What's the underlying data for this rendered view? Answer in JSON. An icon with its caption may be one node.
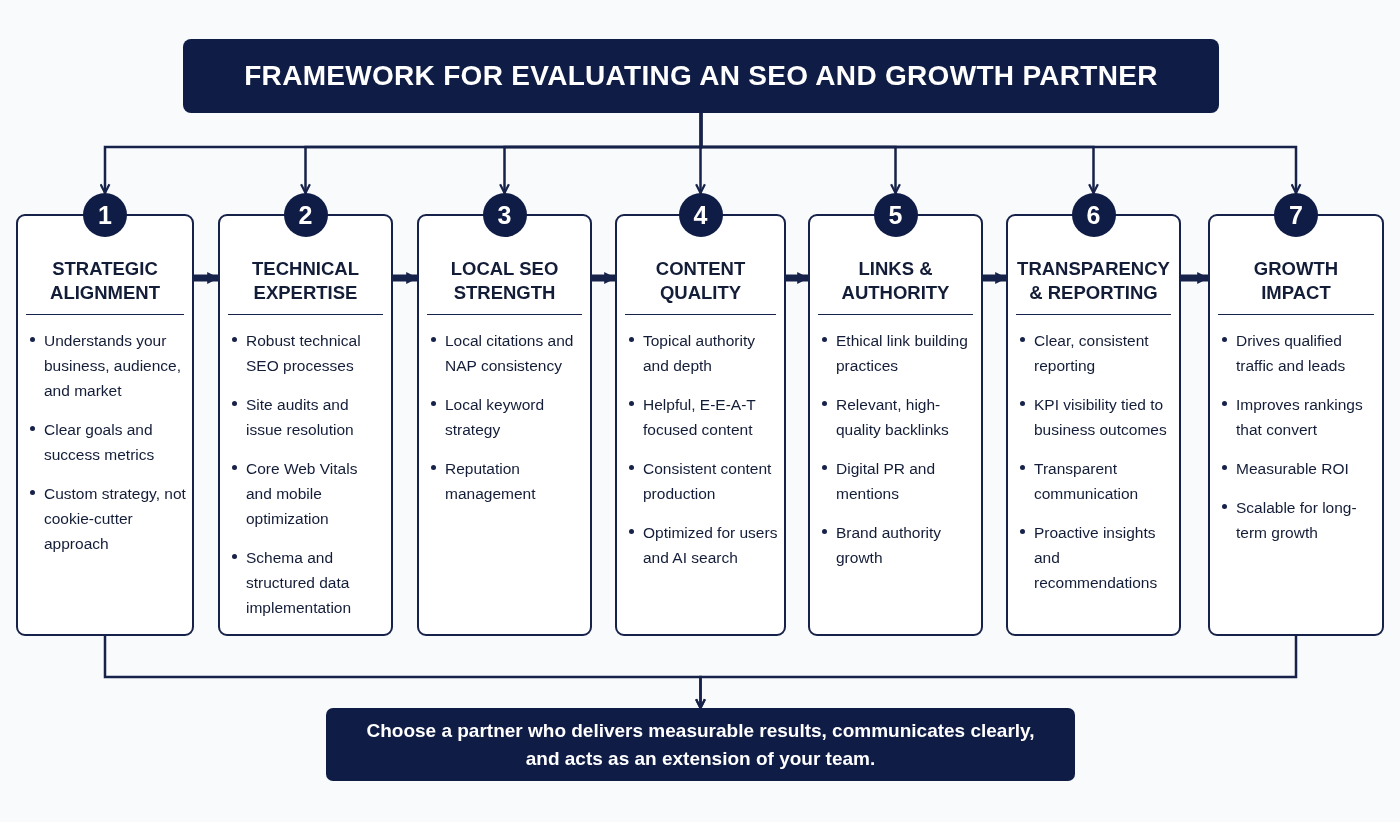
{
  "diagram": {
    "nodes": [
      {
        "text": [
          "FRAMEWORK FOR EVALUATING AN SEO AND GROWTH PARTNER"
        ]
      },
      {
        "text": [
          "1"
        ]
      },
      {
        "text": [
          "STRATEGIC ALIGNMENT",
          "Understands your business, audience, and market",
          "Clear goals and success metrics",
          "Custom strategy, not cookie-cutter approach"
        ]
      },
      {
        "text": [
          "2"
        ]
      },
      {
        "text": [
          "TECHNICAL EXPERTISE",
          "Robust technical SEO processes",
          "Site audits and issue resolution",
          "Core Web Vitals and mobile optimization",
          "Schema and structured data implementation"
        ]
      },
      {
        "text": [
          "3"
        ]
      },
      {
        "text": [
          "LOCAL SEO STRENGTH",
          "Local citations and NAP consistency",
          "Local keyword strategy",
          "Reputation management"
        ]
      },
      {
        "text": [
          "4"
        ]
      },
      {
        "text": [
          "CONTENT QUALITY",
          "Topical authority and depth",
          "Helpful, E-E-A-T focused content",
          "Consistent content production",
          "Optimized for users and AI search"
        ]
      },
      {
        "text": [
          "5"
        ]
      },
      {
        "text": [
          "LINKS & AUTHORITY",
          "Ethical link building practices",
          "Relevant, high-quality backlinks",
          "Digital PR and mentions",
          "Brand authority growth"
        ]
      },
      {
        "text": [
          "6"
        ]
      },
      {
        "text": [
          "TRANSPARENCY & REPORTING",
          "Clear, consistent reporting",
          "KPI visibility tied to business outcomes",
          "Transparent communication",
          "Proactive insights and recommendations"
        ]
      },
      {
        "text": [
          "7"
        ]
      },
      {
        "text": [
          "GROWTH IMPACT",
          "Drives qualified traffic and leads",
          "Improves rankings that convert",
          "Measurable ROI",
          "Scalable for long-term growth"
        ]
      },
      {
        "text": [
          "Choose a partner who delivers measurable results, communicates clearly, and acts as an extension of your team."
        ]
      }
    ],
    "edges": [
      {
        "from": 0,
        "to": 1,
        "arrow": "to"
      },
      {
        "from": 0,
        "to": 3,
        "arrow": "to"
      },
      {
        "from": 0,
        "to": 5,
        "arrow": "to"
      },
      {
        "from": 0,
        "to": 7,
        "arrow": "to"
      },
      {
        "from": 0,
        "to": 9,
        "arrow": "to"
      },
      {
        "from": 0,
        "to": 11,
        "arrow": "to"
      },
      {
        "from": 0,
        "to": 13,
        "arrow": "to"
      },
      {
        "from": 2,
        "to": 4,
        "arrow": "to",
        "style": "thick"
      },
      {
        "from": 4,
        "to": 6,
        "arrow": "to",
        "style": "thick"
      },
      {
        "from": 6,
        "to": 8,
        "arrow": "to",
        "style": "thick"
      },
      {
        "from": 8,
        "to": 10,
        "arrow": "to",
        "style": "thick"
      },
      {
        "from": 10,
        "to": 12,
        "arrow": "to",
        "style": "thick"
      },
      {
        "from": 12,
        "to": 14,
        "arrow": "to",
        "style": "thick"
      },
      {
        "from": 2,
        "to": 15,
        "arrow": "to"
      },
      {
        "from": 14,
        "to": 15,
        "arrow": "to"
      }
    ]
  }
}
